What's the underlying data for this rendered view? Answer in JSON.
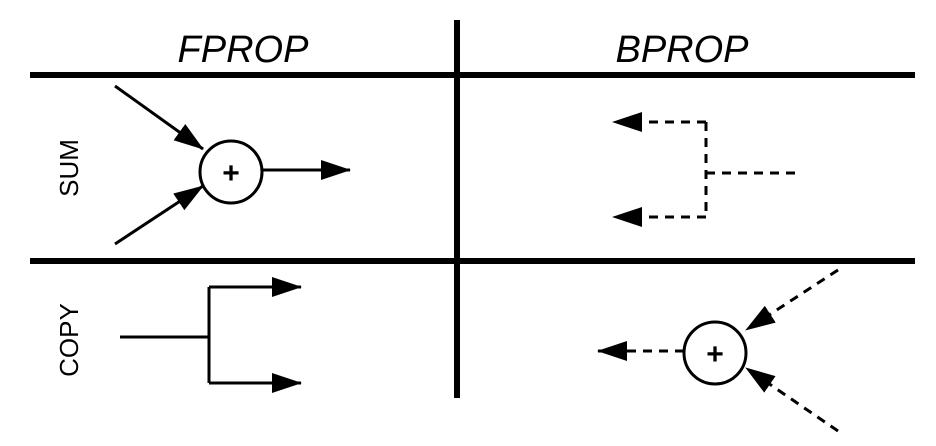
{
  "headers": {
    "fprop": "FPROP",
    "bprop": "BPROP"
  },
  "rows": {
    "sum": "SUM",
    "copy": "COPY"
  },
  "operator_symbol": "+",
  "colors": {
    "ink": "#000000",
    "background": "#ffffff"
  }
}
